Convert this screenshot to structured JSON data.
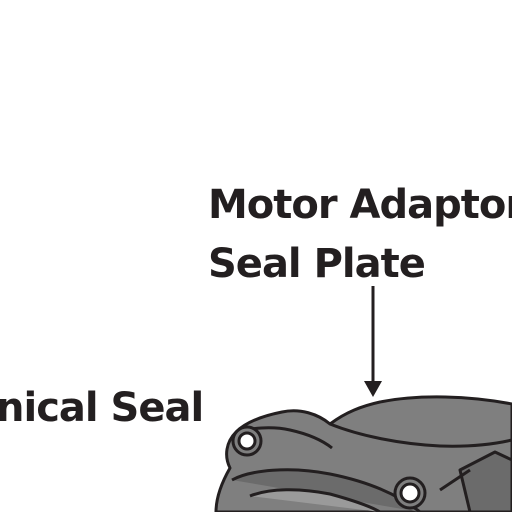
{
  "labels": {
    "motor_adaptor_line1": "Motor Adaptor",
    "motor_adaptor_line2": "Seal Plate",
    "mechanical_seal": "nical Seal"
  },
  "colors": {
    "ink": "#231f20",
    "part_fill": "#7f7f7f",
    "part_fill_dark": "#6b6b6b",
    "part_fill_light": "#9a9a9a"
  }
}
